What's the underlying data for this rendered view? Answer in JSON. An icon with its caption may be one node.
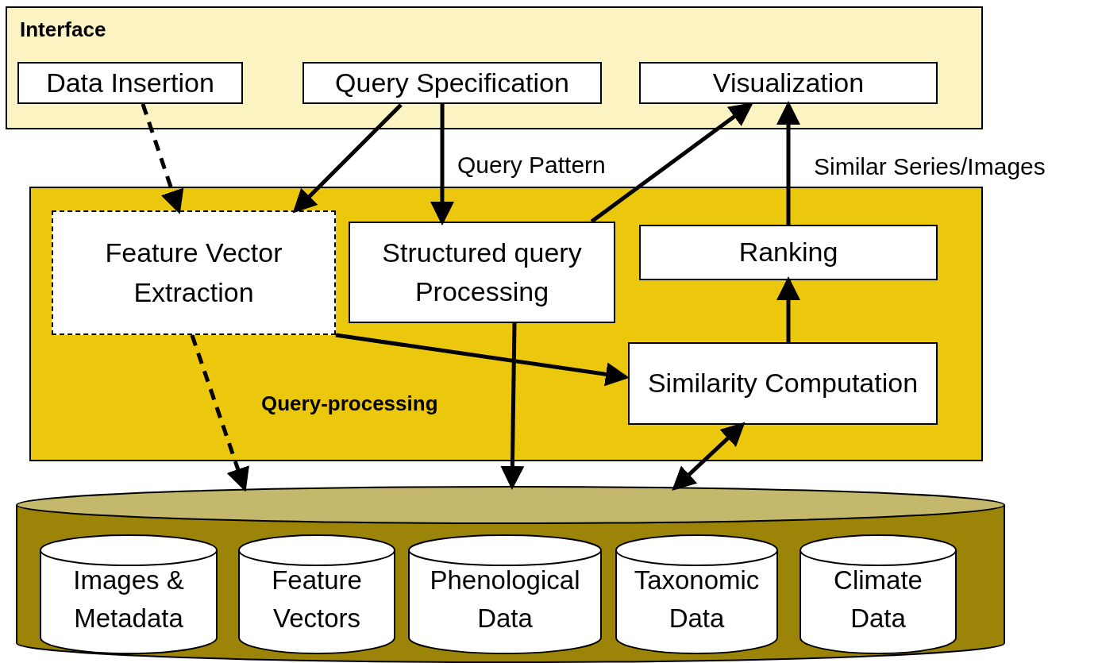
{
  "diagram": {
    "nodes": [
      {
        "text": [
          "Interface"
        ]
      },
      {
        "text": [
          "Data Insertion"
        ],
        "in": 0
      },
      {
        "text": [
          "Query Specification"
        ],
        "in": 0
      },
      {
        "text": [
          "Visualization"
        ],
        "in": 0
      },
      {
        "text": [
          "Query-processing"
        ]
      },
      {
        "text": [
          "Feature Vector Extraction"
        ],
        "in": 4
      },
      {
        "text": [
          "Structured query Processing"
        ],
        "in": 4
      },
      {
        "text": [
          "Ranking"
        ],
        "in": 4
      },
      {
        "text": [
          "Similarity Computation"
        ],
        "in": 4
      },
      {
        "text": [],
        "shape": "cylinder"
      },
      {
        "text": [
          "Images & Metadata"
        ],
        "in": 9
      },
      {
        "text": [
          "Feature Vectors"
        ],
        "in": 9
      },
      {
        "text": [
          "Phenological Data"
        ],
        "in": 9
      },
      {
        "text": [
          "Taxonomic Data"
        ],
        "in": 9
      },
      {
        "text": [
          "Climate Data"
        ],
        "in": 9
      }
    ],
    "edges": [
      {
        "from": 1,
        "to": 5,
        "arrow": "to",
        "style": "dashed"
      },
      {
        "from": 2,
        "to": 5,
        "arrow": "to"
      },
      {
        "from": 2,
        "to": 6,
        "arrow": "to",
        "label": "Query Pattern"
      },
      {
        "from": 6,
        "to": 3,
        "arrow": "to"
      },
      {
        "from": 7,
        "to": 3,
        "arrow": "to",
        "label": "Similar Series/Images"
      },
      {
        "from": 5,
        "to": 8,
        "arrow": "to"
      },
      {
        "from": 8,
        "to": 7,
        "arrow": "to"
      },
      {
        "from": 5,
        "to": 9,
        "arrow": "to",
        "style": "dashed"
      },
      {
        "from": 6,
        "to": 9,
        "arrow": "to"
      },
      {
        "from": 8,
        "to": 9,
        "arrow": "both"
      }
    ]
  }
}
